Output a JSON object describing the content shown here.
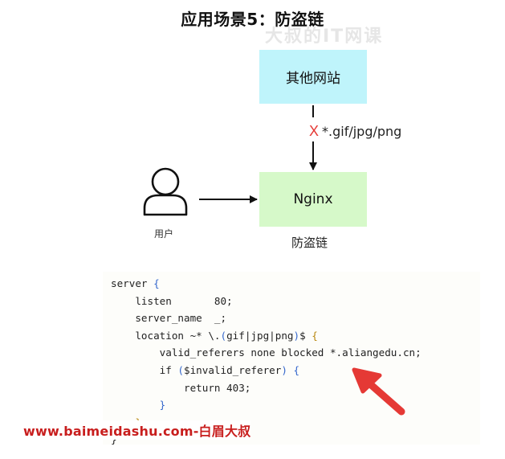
{
  "title": "应用场景5：防盗链",
  "watermark": "大叔的IT网课",
  "nodes": {
    "other_site": "其他网站",
    "nginx": "Nginx",
    "user_label": "用户",
    "nginx_caption": "防盗链"
  },
  "edge": {
    "blocked_mark": "X",
    "label": "*.gif/jpg/png"
  },
  "code": {
    "l1_a": "server ",
    "l1_b": "{",
    "l2": "    listen       80;",
    "l3": "    server_name  _;",
    "l4_a": "    location ~* \\.",
    "l4_b": "(",
    "l4_c": "gif|jpg|png",
    "l4_d": ")",
    "l4_e": "$ ",
    "l4_f": "{",
    "l5": "        valid_referers none blocked *.aliangedu.cn;",
    "l6_a": "        if ",
    "l6_b": "(",
    "l6_c": "$invalid_referer",
    "l6_d": ")",
    "l6_e": " ",
    "l6_f": "{",
    "l7": "            return 403;",
    "l8_a": "        ",
    "l8_b": "}",
    "l9_a": "    ",
    "l9_b": "}",
    "l10": "}"
  },
  "footer": "www.baimeidashu.com-白眉大叔",
  "colors": {
    "other_site_fill": "#bff4fb",
    "nginx_fill": "#d6f9c9",
    "blocked_mark": "#e53935",
    "pointer_arrow": "#e53935",
    "footer_text": "#c81e1e"
  }
}
